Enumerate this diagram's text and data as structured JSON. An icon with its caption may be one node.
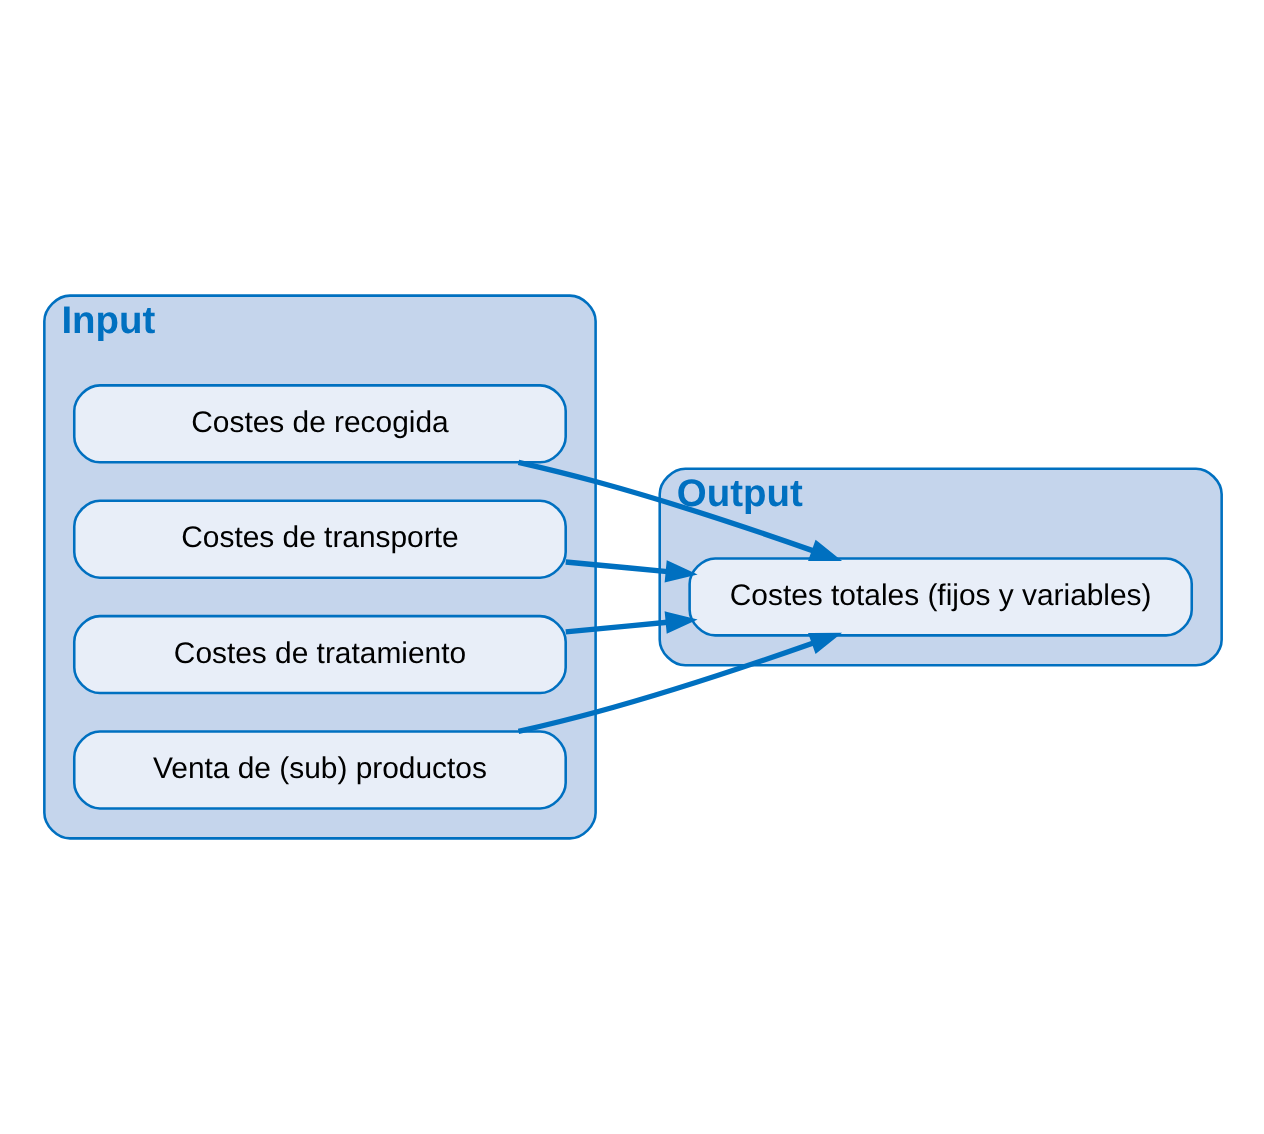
{
  "diagram": {
    "nodes": [
      {
        "text": [
          "Input"
        ]
      },
      {
        "text": [
          "Costes de recogida"
        ],
        "in": 0
      },
      {
        "text": [
          "Costes de transporte"
        ],
        "in": 0
      },
      {
        "text": [
          "Costes de tratamiento"
        ],
        "in": 0
      },
      {
        "text": [
          "Venta de (sub) productos"
        ],
        "in": 0
      },
      {
        "text": [
          "Output"
        ]
      },
      {
        "text": [
          "Costes totales (fijos y variables)"
        ],
        "in": 5
      }
    ],
    "edges": [
      {
        "from": 1,
        "to": 6,
        "arrow": "to"
      },
      {
        "from": 2,
        "to": 6,
        "arrow": "to"
      },
      {
        "from": 3,
        "to": 6,
        "arrow": "to"
      },
      {
        "from": 4,
        "to": 6,
        "arrow": "to"
      }
    ]
  }
}
